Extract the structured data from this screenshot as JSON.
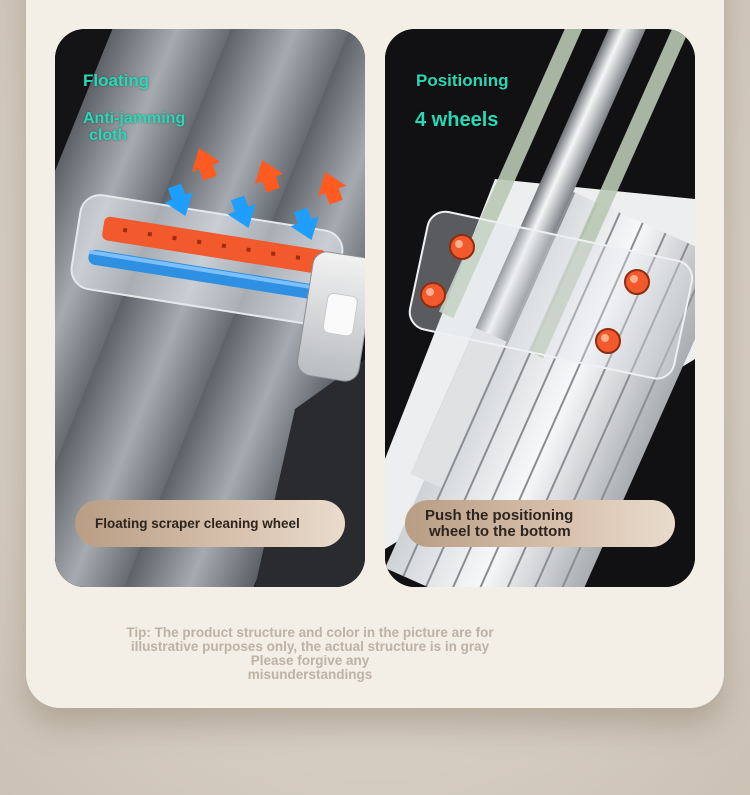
{
  "left_panel": {
    "heading": "Floating",
    "subheading_line1": "Anti-jamming",
    "subheading_line2": "cloth",
    "caption": "Floating scraper cleaning wheel"
  },
  "right_panel": {
    "heading": "Positioning",
    "subheading": "4 wheels",
    "caption_line1": "Push the positioning",
    "caption_line2": "wheel to the bottom"
  },
  "tip": {
    "line1": "Tip: The product structure and color in the picture are for",
    "line2": "illustrative purposes only, the actual structure is in gray",
    "line3": "Please forgive any",
    "line4": "misunderstandings"
  },
  "colors": {
    "accent_teal": "#27d9b7",
    "roller_orange": "#f2592d",
    "roller_blue": "#2f8fe0",
    "arrow_orange": "#ff5a1f",
    "arrow_blue": "#1e9fff",
    "card_bg": "#f3eee6"
  },
  "icons": [
    "up-arrow-icon",
    "down-arrow-icon"
  ]
}
